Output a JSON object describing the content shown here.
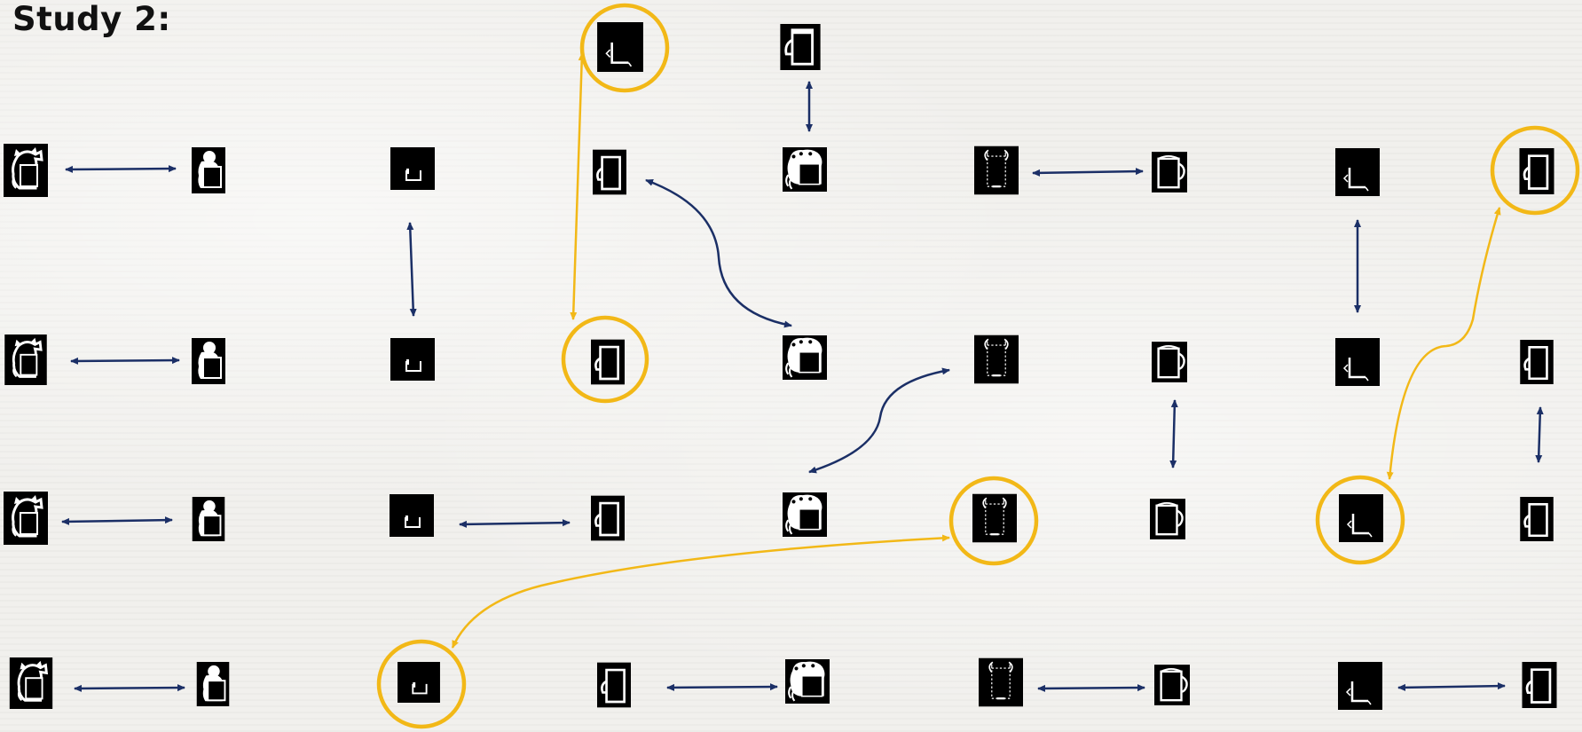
{
  "title": "Study 2:",
  "colors": {
    "pair_arrow": "#1b2f66",
    "highlight": "#f2b817",
    "tile": "#000000",
    "figure": "#ffffff"
  },
  "icon_types": [
    "girl-bow",
    "girl-bun",
    "dark-tile",
    "cup-a",
    "cup-b",
    "cup-c",
    "girl-curls",
    "ghost-cup",
    "dark-corner"
  ]
}
